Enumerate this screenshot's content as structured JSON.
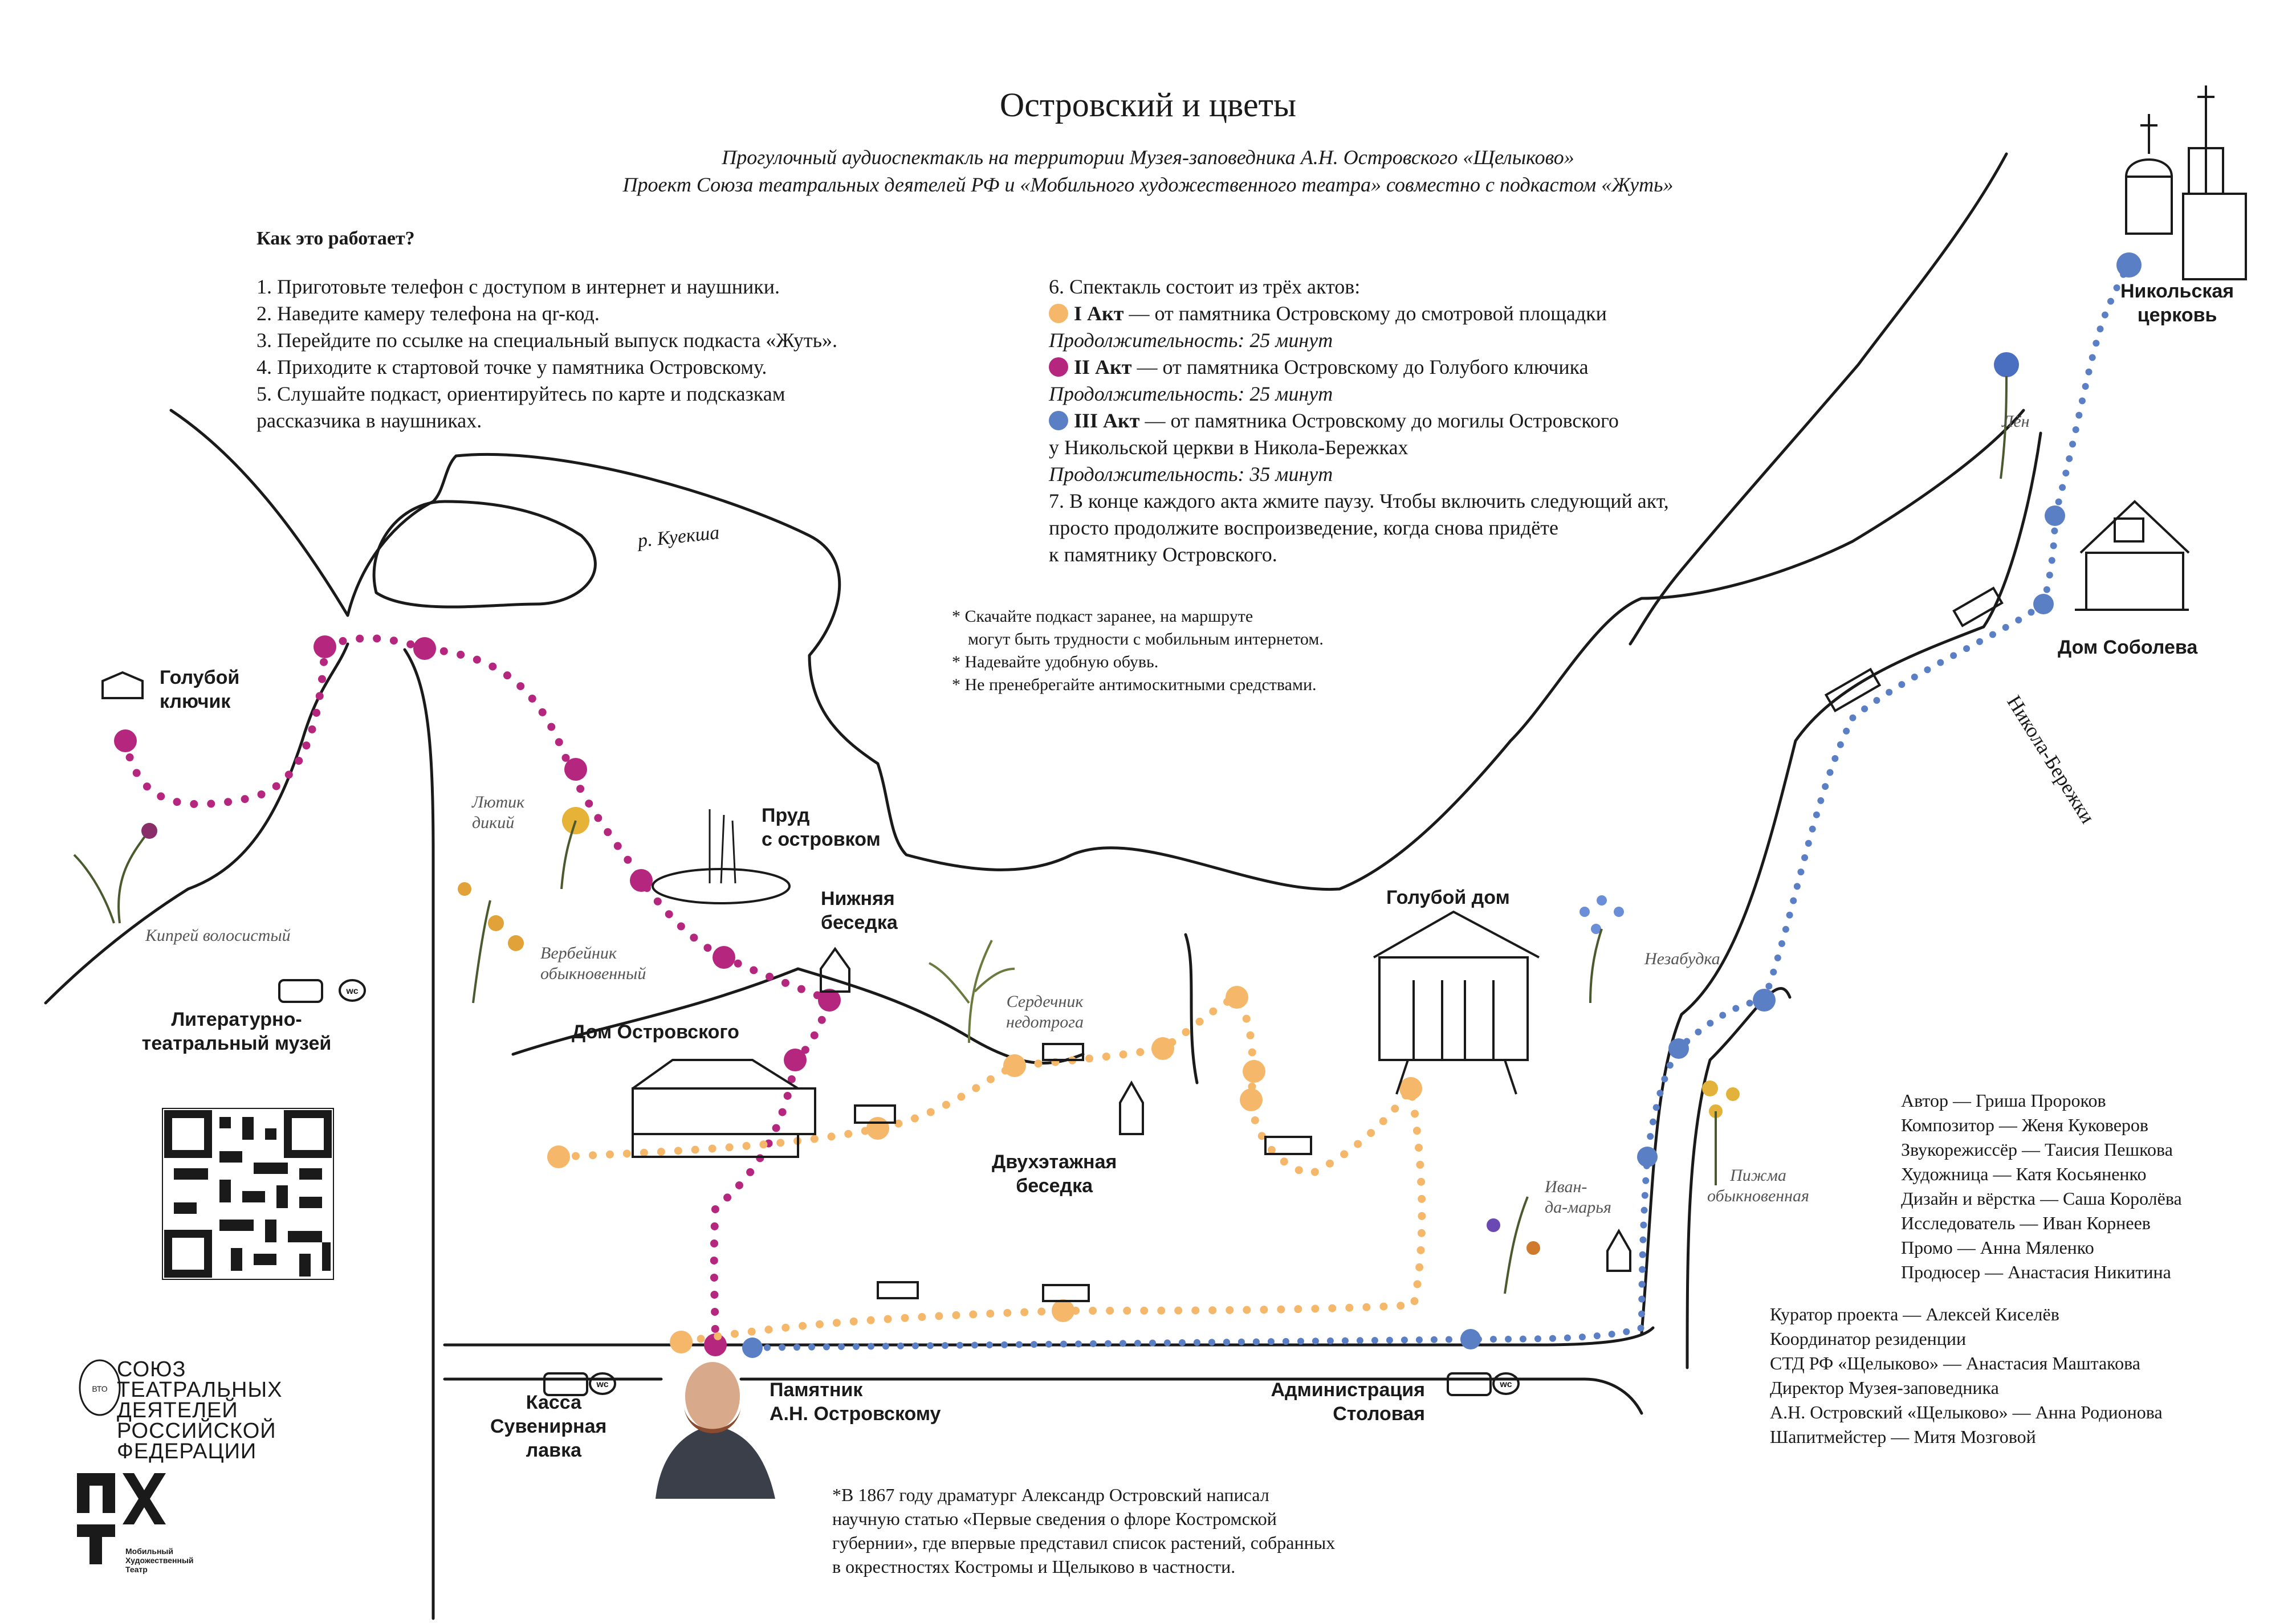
{
  "header": {
    "title": "Островский и цветы",
    "subtitle1": "Прогулочный аудиоспектакль на территории Музея-заповедника А.Н. Островского «Щелыково»",
    "subtitle2": "Проект Союза театральных деятелей РФ и «Мобильного художественного театра» совместно с подкастом «Жуть»"
  },
  "how": {
    "title": "Как это работает?",
    "steps": [
      "1. Приготовьте телефон с доступом в интернет и наушники.",
      "2. Наведите камеру телефона на qr-код.",
      "3. Перейдите по ссылке на специальный выпуск подкаста «Жуть».",
      "4. Приходите к стартовой точке у памятника Островскому.",
      "5. Слушайте подкаст, ориентируйтесь по карте и подсказкам",
      "рассказчика в наушниках."
    ]
  },
  "acts": {
    "intro": "6. Спектакль состоит из трёх актов:",
    "items": [
      {
        "name": "I Акт",
        "desc": " — от памятника Островскому до смотровой площадки",
        "desc2": "",
        "duration": "Продолжительность: 25 минут",
        "color": "#f5b76a"
      },
      {
        "name": "II Акт",
        "desc": " — от памятника Островскому до Голубого ключика",
        "desc2": "",
        "duration": "Продолжительность: 25 минут",
        "color": "#b5267e"
      },
      {
        "name": "III Акт",
        "desc": " — от памятника Островскому до могилы Островского",
        "desc2": "у Никольской церкви в Никола-Бережках",
        "duration": "Продолжительность: 35 минут",
        "color": "#5b7fc4"
      }
    ],
    "step7": [
      "7. В конце каждого акта жмите паузу. Чтобы включить следующий акт,",
      "просто продолжите воспроизведение, когда снова придёте",
      "к памятнику Островского."
    ]
  },
  "notes": [
    "* Скачайте подкаст заранее, на маршруте",
    "могут быть трудности с мобильным интернетом.",
    "* Надевайте удобную обувь.",
    "* Не пренебрегайте антимоскитными средствами."
  ],
  "places": {
    "river": "р. Куекша",
    "blue_spring": [
      "Голубой",
      "ключик"
    ],
    "pond": [
      "Пруд",
      "с островком"
    ],
    "lower_gazebo": [
      "Нижняя",
      "беседка"
    ],
    "ostrovsky_house": "Дом Островского",
    "two_storey_gazebo": [
      "Двухэтажная",
      "беседка"
    ],
    "blue_house": "Голубой дом",
    "museum": [
      "Литературно-",
      "театральный музей"
    ],
    "cash_desk": [
      "Касса",
      "Сувенирная",
      "лавка"
    ],
    "monument": [
      "Памятник",
      "А.Н. Островскому"
    ],
    "administration": [
      "Администрация",
      "Столовая"
    ],
    "church": [
      "Никольская",
      "церковь"
    ],
    "soboleva_house": "Дом Соболева",
    "road_label": "Никола-Бережки",
    "wc": "wc"
  },
  "plants": {
    "lyutik": [
      "Лютик",
      "дикий"
    ],
    "verbeynik": [
      "Вербейник",
      "обыкновенный"
    ],
    "kiprey": "Кипрей волосистый",
    "serdechnik": [
      "Сердечник",
      "недотрога"
    ],
    "nezabudka": "Незабудка",
    "pizhma": [
      "Пижма",
      "обыкновенная"
    ],
    "ivan_marya": [
      "Иван-",
      "да-марья"
    ],
    "lyon": "Лён"
  },
  "credits1": [
    "Автор — Гриша Пророков",
    "Композитор — Женя Куковеров",
    "Звукорежиссёр — Таисия Пешкова",
    "Художница — Катя Косьяненко",
    "Дизайн и вёрстка — Саша Королёва",
    "Исследователь — Иван Корнеев",
    "Промо — Анна Мяленко",
    "Продюсер — Анастасия Никитина"
  ],
  "credits2": [
    "Куратор проекта — Алексей Киселёв",
    "Координатор резиденции",
    "СТД РФ «Щелыково» — Анастасия Маштакова",
    "Директор Музея-заповедника",
    "А.Н. Островский «Щелыково» — Анна Родионова",
    "Шапитмейстер — Митя Мозговой"
  ],
  "footnote": [
    "*В 1867 году драматург Александр Островский написал",
    "научную статью «Первые сведения о флоре Костромской",
    "губернии», где впервые представил список растений, собранных",
    "в окрестностях Костромы и Щелыково в частности."
  ],
  "logos": {
    "std": [
      "СОЮЗ",
      "ТЕАТРАЛЬНЫХ",
      "ДЕЯТЕЛЕЙ",
      "РОССИЙСКОЙ",
      "ФЕДЕРАЦИИ"
    ],
    "std_monogram": "ВТО",
    "mht": [
      "Мобильный",
      "Художественный",
      "Театр"
    ]
  }
}
